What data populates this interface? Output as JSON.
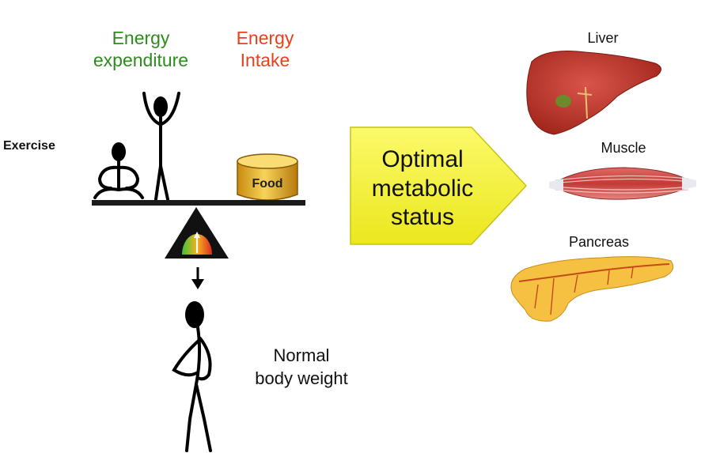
{
  "labels": {
    "energy_expenditure": "Energy expenditure",
    "energy_intake": "Energy Intake",
    "exercise": "Exercise",
    "food": "Food",
    "normal_body_weight": "Normal body weight",
    "optimal_status": "Optimal metabolic status",
    "liver": "Liver",
    "muscle": "Muscle",
    "pancreas": "Pancreas"
  },
  "colors": {
    "expenditure_text": "#2e8b1e",
    "intake_text": "#e8401c",
    "arrow_fill": "#f6f33a",
    "food_can": "#e6b422",
    "gauge_green": "#3fbf3a",
    "gauge_red": "#e02a20"
  }
}
